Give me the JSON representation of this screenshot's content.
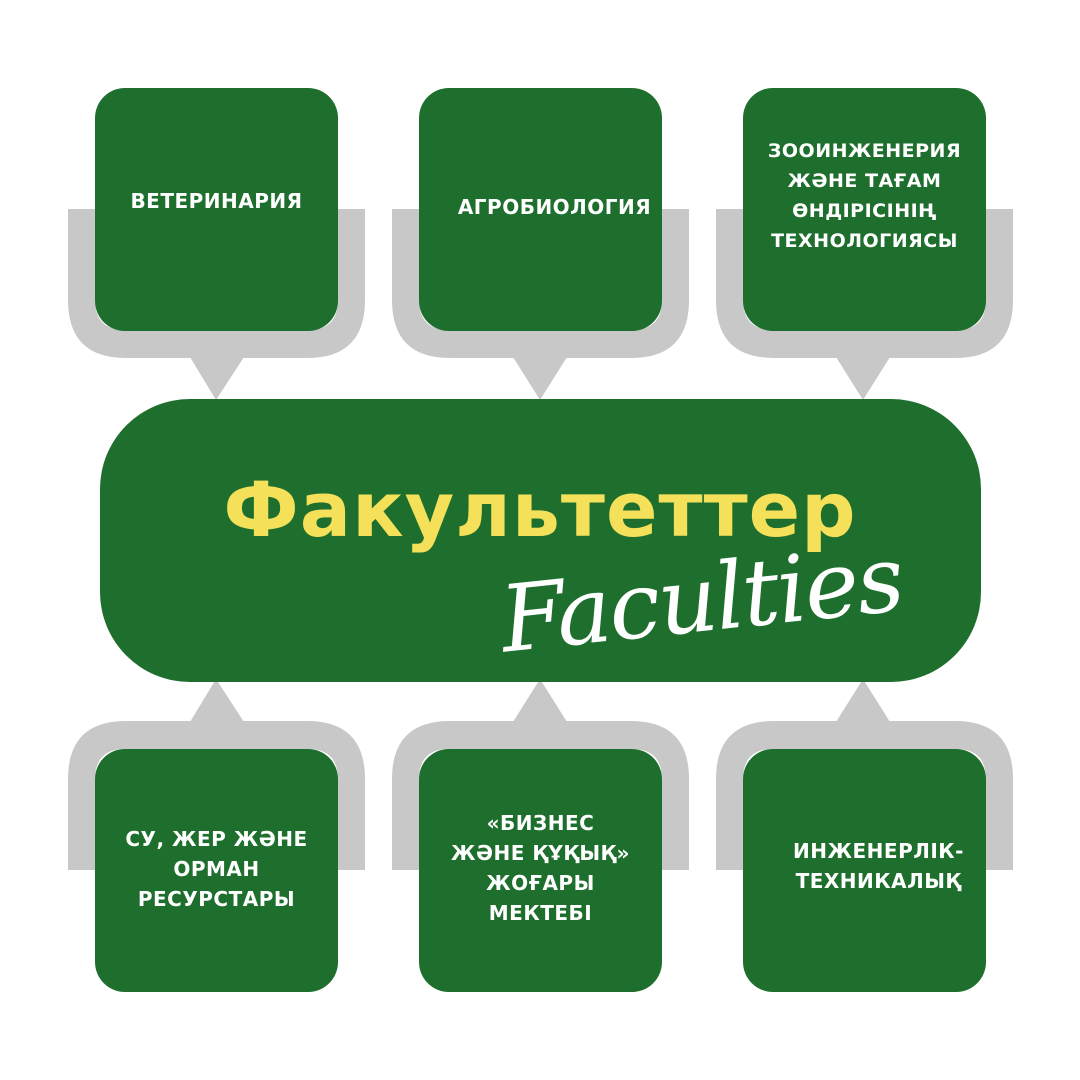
{
  "hub": {
    "title": "Факультеттер",
    "subtitle": "Faculties"
  },
  "faculties": [
    {
      "label": "ВЕТЕРИНАРИЯ"
    },
    {
      "label": "АГРОБИОЛОГИЯ"
    },
    {
      "label": "ЗООИНЖЕНЕРИЯ\nЖӘНЕ ТАҒАМ\nӨНДІРІСІНІҢ\nТЕХНОЛОГИЯСЫ"
    },
    {
      "label": "СУ, ЖЕР ЖӘНЕ\nОРМАН\nРЕСУРСТАРЫ"
    },
    {
      "label": "«БИЗНЕС\nЖӘНЕ ҚҰҚЫҚ»\nЖОҒАРЫ\nМЕКТЕБІ"
    },
    {
      "label": "ИНЖЕНЕРЛІК-\nТЕХНИКАЛЫҚ"
    }
  ],
  "colors": {
    "card_green": "#1e6f2d",
    "connector_gray": "#c8c8c9",
    "title_yellow": "#f5e05a",
    "subtitle_white": "#ffffff"
  }
}
